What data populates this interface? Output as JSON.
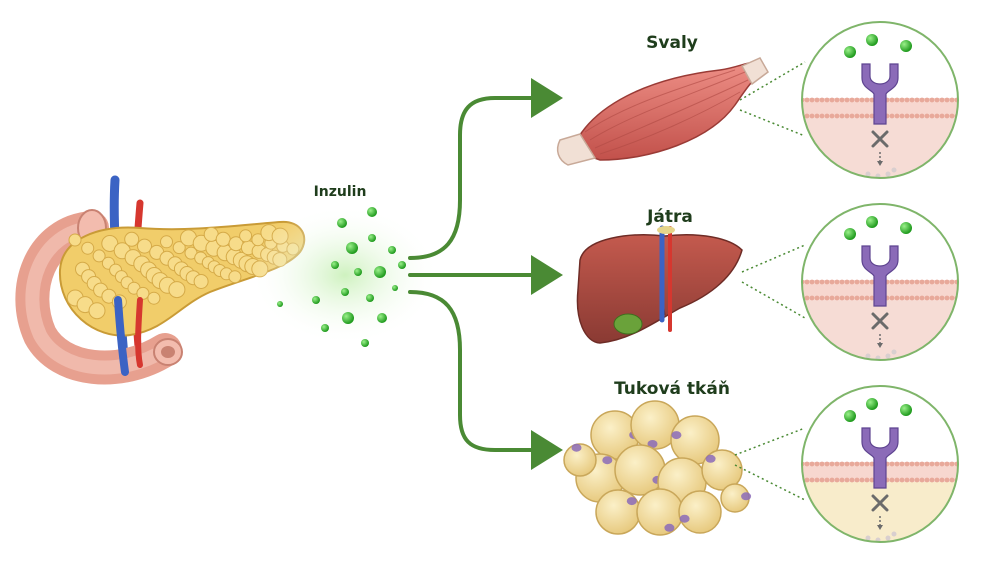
{
  "labels": {
    "insulin": "Inzulin",
    "muscle": "Svaly",
    "liver": "Játra",
    "fat": "Tuková tkáň"
  },
  "colors": {
    "arrow": "#4a8a34",
    "insulin_dot": "#2fb52c",
    "receptor": "#8b6bb8",
    "membrane": "#e8a99a",
    "pancreas": "#f1cd6a",
    "duodenum": "#e7a08f",
    "muscle": "#d6665e",
    "liver": "#a8463c",
    "fat_cell": "#f2dc98",
    "inset_border": "#7fb56a"
  },
  "icons": {
    "blocked_signal": "cross-icon",
    "pancreas": "pancreas-illustration",
    "muscle": "muscle-illustration",
    "liver": "liver-illustration",
    "fat": "fat-tissue-illustration",
    "receptor": "insulin-receptor-icon"
  }
}
